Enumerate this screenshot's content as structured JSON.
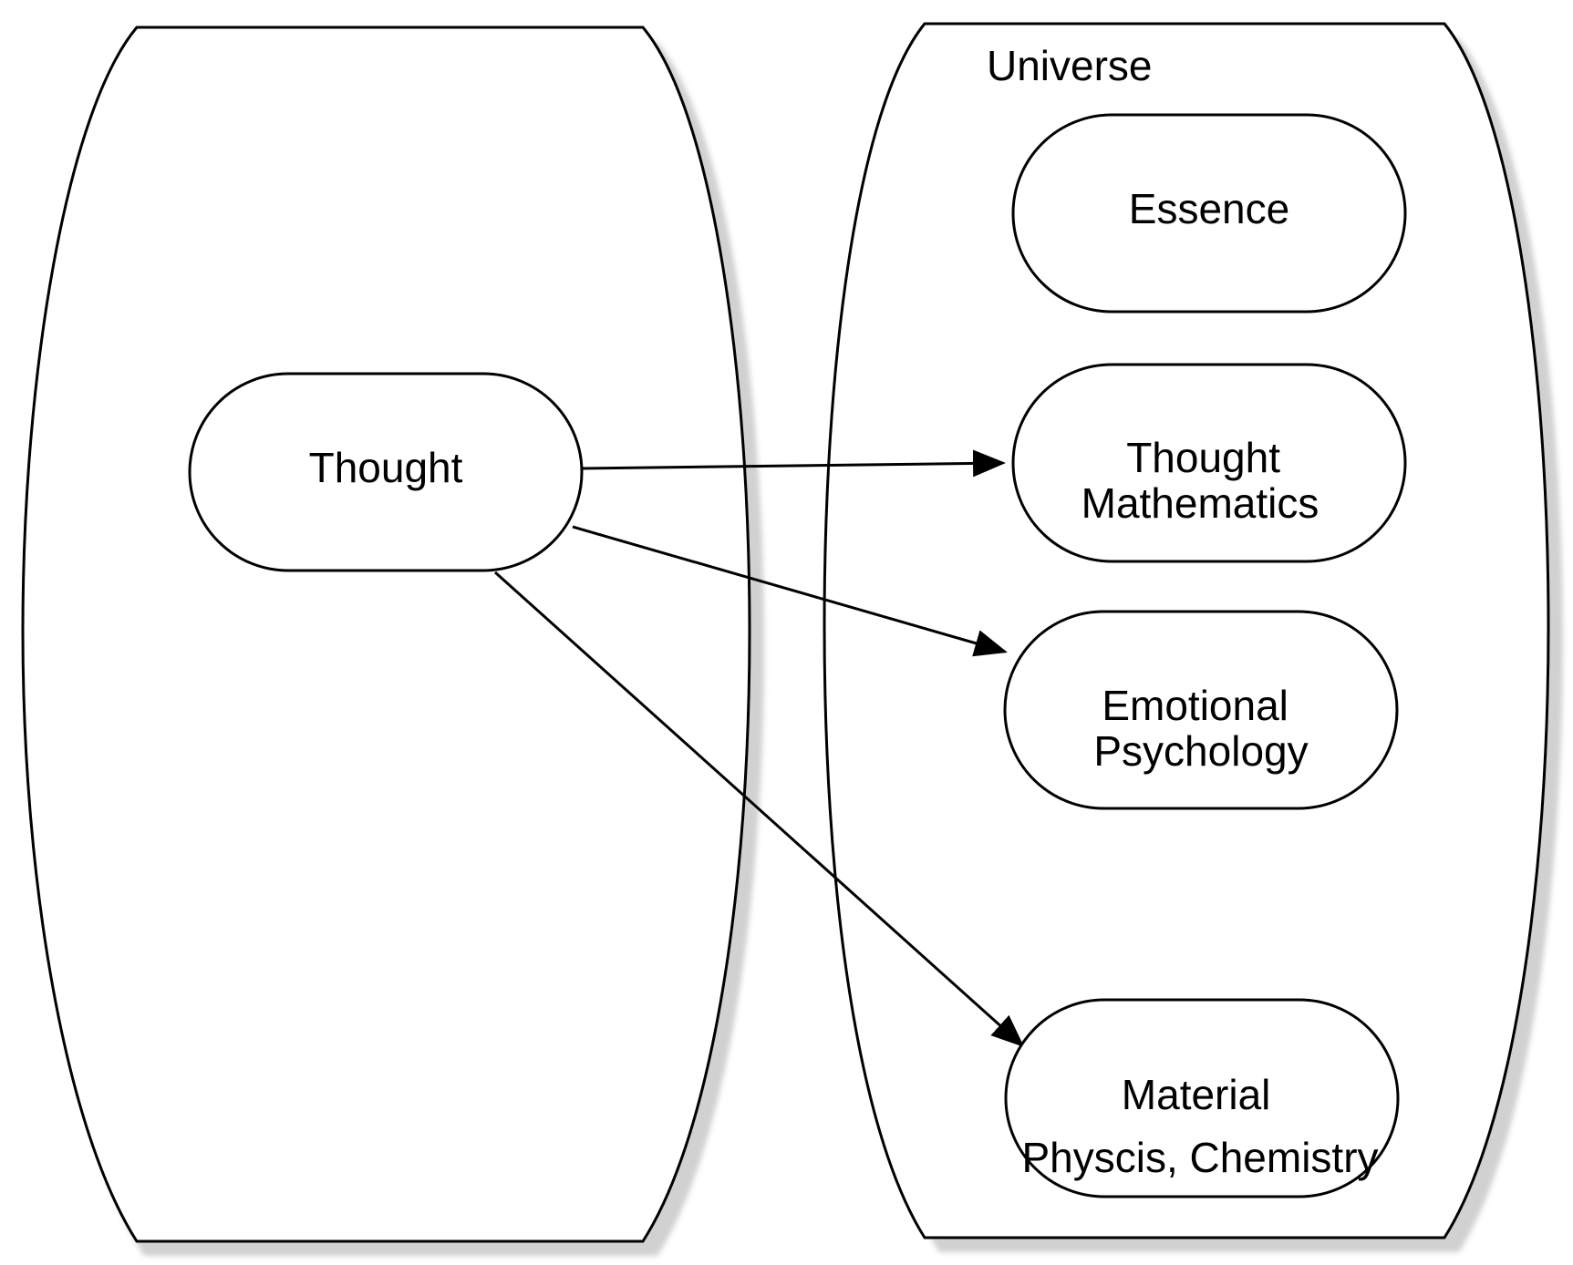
{
  "diagram": {
    "left_container": {
      "label": ""
    },
    "right_container": {
      "label": "Universe"
    },
    "nodes": {
      "thought": {
        "lines": [
          "Thought"
        ]
      },
      "essence": {
        "lines": [
          "Essence"
        ]
      },
      "thought_math": {
        "lines": [
          "Thought",
          "Mathematics"
        ]
      },
      "emotional_psych": {
        "lines": [
          "Emotional",
          "Psychology"
        ]
      },
      "material": {
        "lines": [
          "Material",
          "Physcis, Chemistry"
        ]
      }
    },
    "edges": [
      {
        "from": "thought",
        "to": "thought_math"
      },
      {
        "from": "thought",
        "to": "emotional_psych"
      },
      {
        "from": "thought",
        "to": "material"
      }
    ]
  }
}
